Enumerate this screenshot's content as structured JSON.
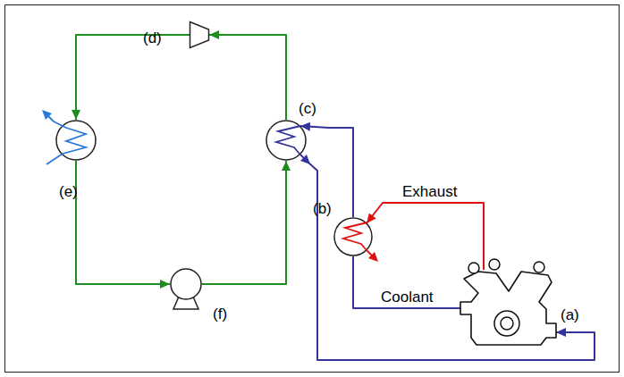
{
  "diagram": {
    "nodes": [
      {
        "text": [
          "(d)"
        ]
      },
      {
        "text": [
          "(c)"
        ]
      },
      {
        "text": [
          "(e)"
        ]
      },
      {
        "text": [
          "(f)"
        ]
      },
      {
        "text": [
          "(b)"
        ]
      },
      {
        "text": [
          "(a)"
        ]
      }
    ],
    "edges": [
      {
        "from": 3,
        "to": 1,
        "arrow": "to"
      },
      {
        "from": 1,
        "to": 0,
        "arrow": "to"
      },
      {
        "from": 0,
        "to": 2,
        "arrow": "to"
      },
      {
        "from": 2,
        "to": 3,
        "arrow": "to"
      },
      {
        "from": 5,
        "to": 4,
        "label": "Exhaust",
        "arrow": "to"
      },
      {
        "from": 5,
        "to": 4,
        "label": "Coolant",
        "arrow": "none"
      },
      {
        "from": 4,
        "to": 1,
        "arrow": "to"
      },
      {
        "from": 1,
        "to": 5,
        "arrow": "to"
      }
    ]
  }
}
